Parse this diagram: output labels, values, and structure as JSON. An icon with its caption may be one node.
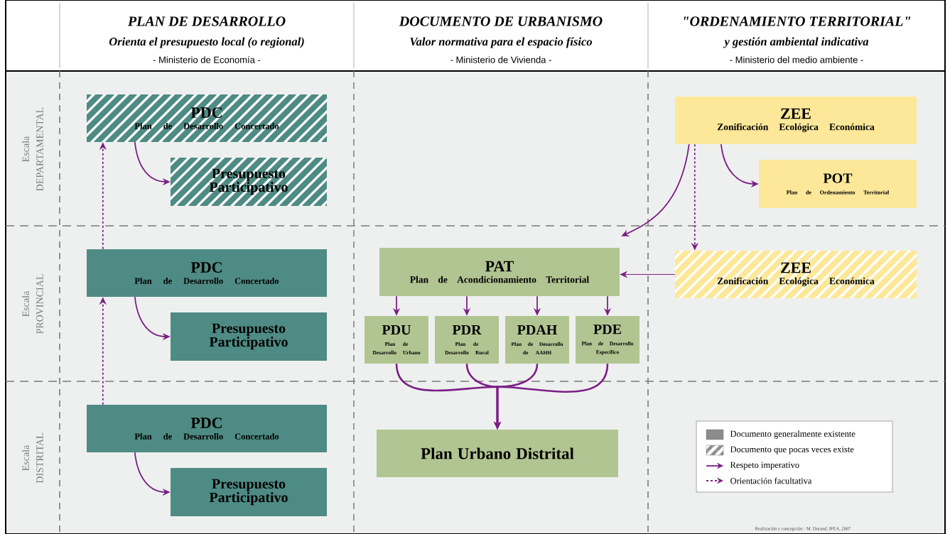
{
  "diagram": {
    "nodes": [
      {
        "text": [
          "PDC",
          "Plan de Desarrollo Concertado"
        ]
      },
      {
        "text": [
          "Presupuesto Participativo"
        ]
      },
      {
        "text": [
          "ZEE",
          "Zonificación Ecológica Económica"
        ]
      },
      {
        "text": [
          "POT",
          "Plan de Ordenamiento Territorial"
        ]
      },
      {
        "text": [
          "PDC",
          "Plan de Desarrollo Concertado"
        ]
      },
      {
        "text": [
          "Presupuesto Participativo"
        ]
      },
      {
        "text": [
          "PAT",
          "Plan de Acondicionamiento Territorial"
        ]
      },
      {
        "text": [
          "ZEE",
          "Zonificación Ecológica Económica"
        ]
      },
      {
        "text": [
          "PDU",
          "Plan de Desarrollo Urbano"
        ]
      },
      {
        "text": [
          "PDR",
          "Plan de Desarrollo Rural"
        ]
      },
      {
        "text": [
          "PDAH",
          "Plan de Desarrollo de AAHH"
        ]
      },
      {
        "text": [
          "PDE",
          "Plan de Desarrollo Específico"
        ]
      },
      {
        "text": [
          "PDC",
          "Plan de Desarrollo Concertado"
        ]
      },
      {
        "text": [
          "Presupuesto Participativo"
        ]
      },
      {
        "text": [
          "Plan Urbano Distrital"
        ]
      }
    ],
    "edges": [
      {
        "from": 0,
        "to": 1,
        "arrow": "to"
      },
      {
        "from": 4,
        "to": 5,
        "arrow": "to"
      },
      {
        "from": 12,
        "to": 13,
        "arrow": "to"
      },
      {
        "from": 4,
        "to": 0,
        "arrow": "to",
        "style": "dashed"
      },
      {
        "from": 12,
        "to": 4,
        "arrow": "to",
        "style": "dashed"
      },
      {
        "from": 2,
        "to": 3,
        "arrow": "to"
      },
      {
        "from": 2,
        "to": 6,
        "arrow": "to"
      },
      {
        "from": 2,
        "to": 7,
        "arrow": "to",
        "style": "dashed"
      },
      {
        "from": 7,
        "to": 6,
        "arrow": "to"
      },
      {
        "from": 6,
        "to": 8,
        "arrow": "to"
      },
      {
        "from": 6,
        "to": 9,
        "arrow": "to"
      },
      {
        "from": 6,
        "to": 10,
        "arrow": "to"
      },
      {
        "from": 6,
        "to": 11,
        "arrow": "to"
      },
      {
        "from": 8,
        "to": 14,
        "arrow": "to"
      },
      {
        "from": 9,
        "to": 14,
        "arrow": "to"
      },
      {
        "from": 10,
        "to": 14,
        "arrow": "to"
      },
      {
        "from": 11,
        "to": 14,
        "arrow": "to"
      }
    ],
    "labels": [
      "PLAN DE DESARROLLO",
      "DOCUMENTO DE URBANISMO",
      "\"ORDENAMIENTO TERRITORIAL\"",
      "Orienta el presupuesto local (o regional)",
      "Valor normativa para el espacio físico",
      "y gestión ambiental indicativa",
      "- Ministerio de Economía -",
      "- Ministerio de Vivienda -",
      "- Ministerio del medio ambiente -",
      "Escala",
      "DEPARTAMENTAL",
      "Escala",
      "PROVINCIAL",
      "Escala",
      "DISTRITAL",
      "Realización y concepción : M. Durand, IFEA, 2007"
    ],
    "legend": [
      {
        "text": "Documento generalmente existente",
        "color": "#8c8c8c"
      },
      {
        "text": "Documento que pocas veces existe"
      },
      {
        "text": "Respeto imperativo"
      },
      {
        "text": "Orientación facultativa"
      }
    ]
  }
}
